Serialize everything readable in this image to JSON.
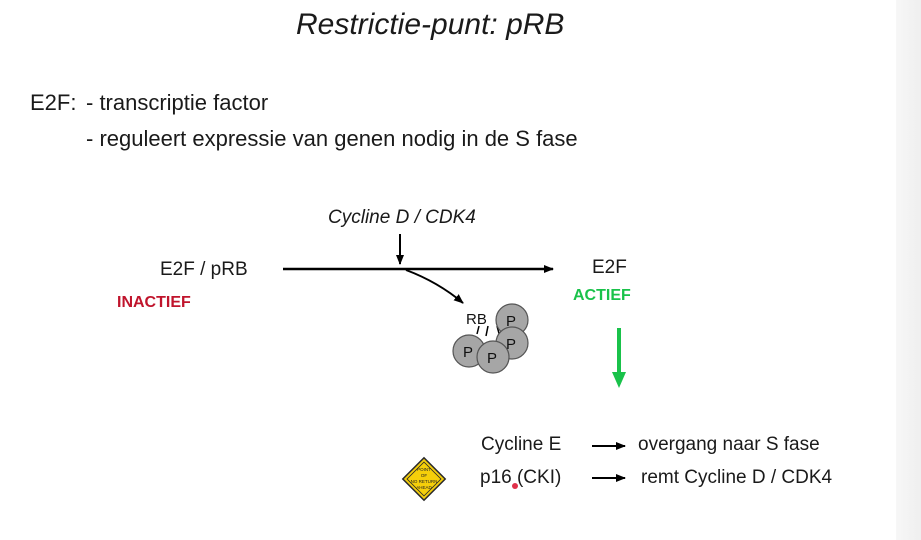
{
  "title": "Restrictie-punt: pRB",
  "e2f_intro": {
    "prefix": "E2F:",
    "line1": "- transcriptie factor",
    "line2": "- reguleert expressie van genen nodig in de S fase"
  },
  "diagram": {
    "cycline_d": "Cycline D / CDK4",
    "left_complex": "E2F / pRB",
    "left_state": "INACTIEF",
    "right_factor": "E2F",
    "right_state": "ACTIEF",
    "rb_label": "RB",
    "phosphate_label": "P"
  },
  "effects": [
    {
      "left": "Cycline E",
      "right": "overgang naar S fase"
    },
    {
      "left": "p16 (CKI)",
      "right": "remt Cycline D / CDK4"
    }
  ],
  "sign": {
    "line1": "POINT",
    "line2": "OF",
    "line3": "NO RETURN",
    "line4": "AHEAD"
  },
  "colors": {
    "inactive": "#c0142c",
    "active": "#19c24a",
    "phosphate_fill": "#a6a6a6",
    "sign_fill": "#f5cf0a"
  }
}
